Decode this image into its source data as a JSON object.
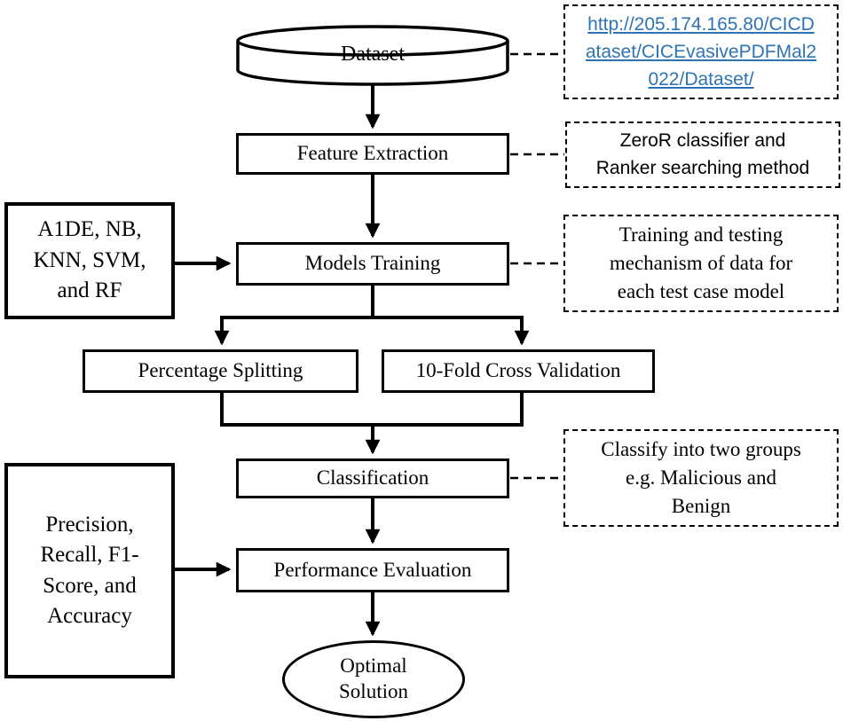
{
  "colors": {
    "stroke": "#000000",
    "link_blue": "#2E74B5",
    "background": "#ffffff"
  },
  "flowchart": {
    "dataset": "Dataset",
    "feature_extraction": "Feature Extraction",
    "models_training": "Models Training",
    "percentage_splitting": "Percentage Splitting",
    "cross_validation": "10-Fold Cross Validation",
    "classification": "Classification",
    "performance_evaluation": "Performance Evaluation",
    "optimal_solution": "Optimal\nSolution",
    "models_input": "A1DE, NB,\nKNN, SVM,\nand RF",
    "metrics_input": "Precision,\nRecall, F1-\nScore, and\nAccuracy"
  },
  "annotations": {
    "dataset_url": "http://205.174.165.80/CICDataset/CICEvasivePDFMal2022/Dataset/",
    "feature_extraction_note": "ZeroR classifier and\nRanker searching method",
    "models_training_note": "Training and testing\nmechanism of data for\neach test case model",
    "classification_note": "Classify into two groups\ne.g. Malicious and\nBenign"
  }
}
